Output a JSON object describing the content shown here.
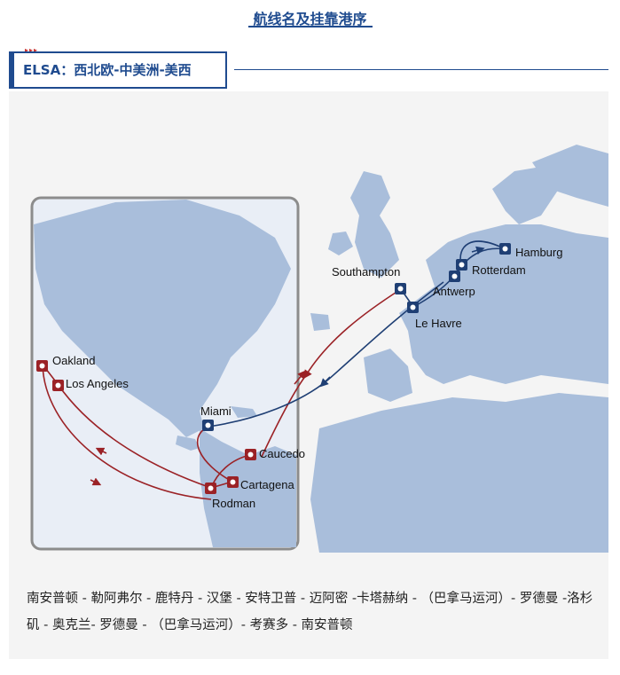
{
  "header": {
    "title": "航线名及挂靠港序"
  },
  "section": {
    "title": "ELSA：西北欧-中美洲-美西"
  },
  "colors": {
    "accent": "#1f4b8f",
    "route_red": "#9b2226",
    "route_blue": "#1f3f74",
    "land": "#a9bedb",
    "sea": "#f4f4f4"
  },
  "ports": [
    {
      "name": "Hamburg",
      "color": "blue"
    },
    {
      "name": "Rotterdam",
      "color": "blue"
    },
    {
      "name": "Antwerp",
      "color": "blue"
    },
    {
      "name": "Southampton",
      "color": "blue"
    },
    {
      "name": "Le Havre",
      "color": "blue"
    },
    {
      "name": "Miami",
      "color": "blue"
    },
    {
      "name": "Caucedo",
      "color": "red"
    },
    {
      "name": "Cartagena",
      "color": "red"
    },
    {
      "name": "Rodman",
      "color": "red"
    },
    {
      "name": "Oakland",
      "color": "red"
    },
    {
      "name": "Los Angeles",
      "color": "red"
    }
  ],
  "rotation": "南安普顿 - 勒阿弗尔 - 鹿特丹 - 汉堡 - 安特卫普 - 迈阿密 -卡塔赫纳 - （巴拿马运河）- 罗德曼 -洛杉矶 - 奥克兰- 罗德曼 - （巴拿马运河）- 考赛多 - 南安普顿"
}
